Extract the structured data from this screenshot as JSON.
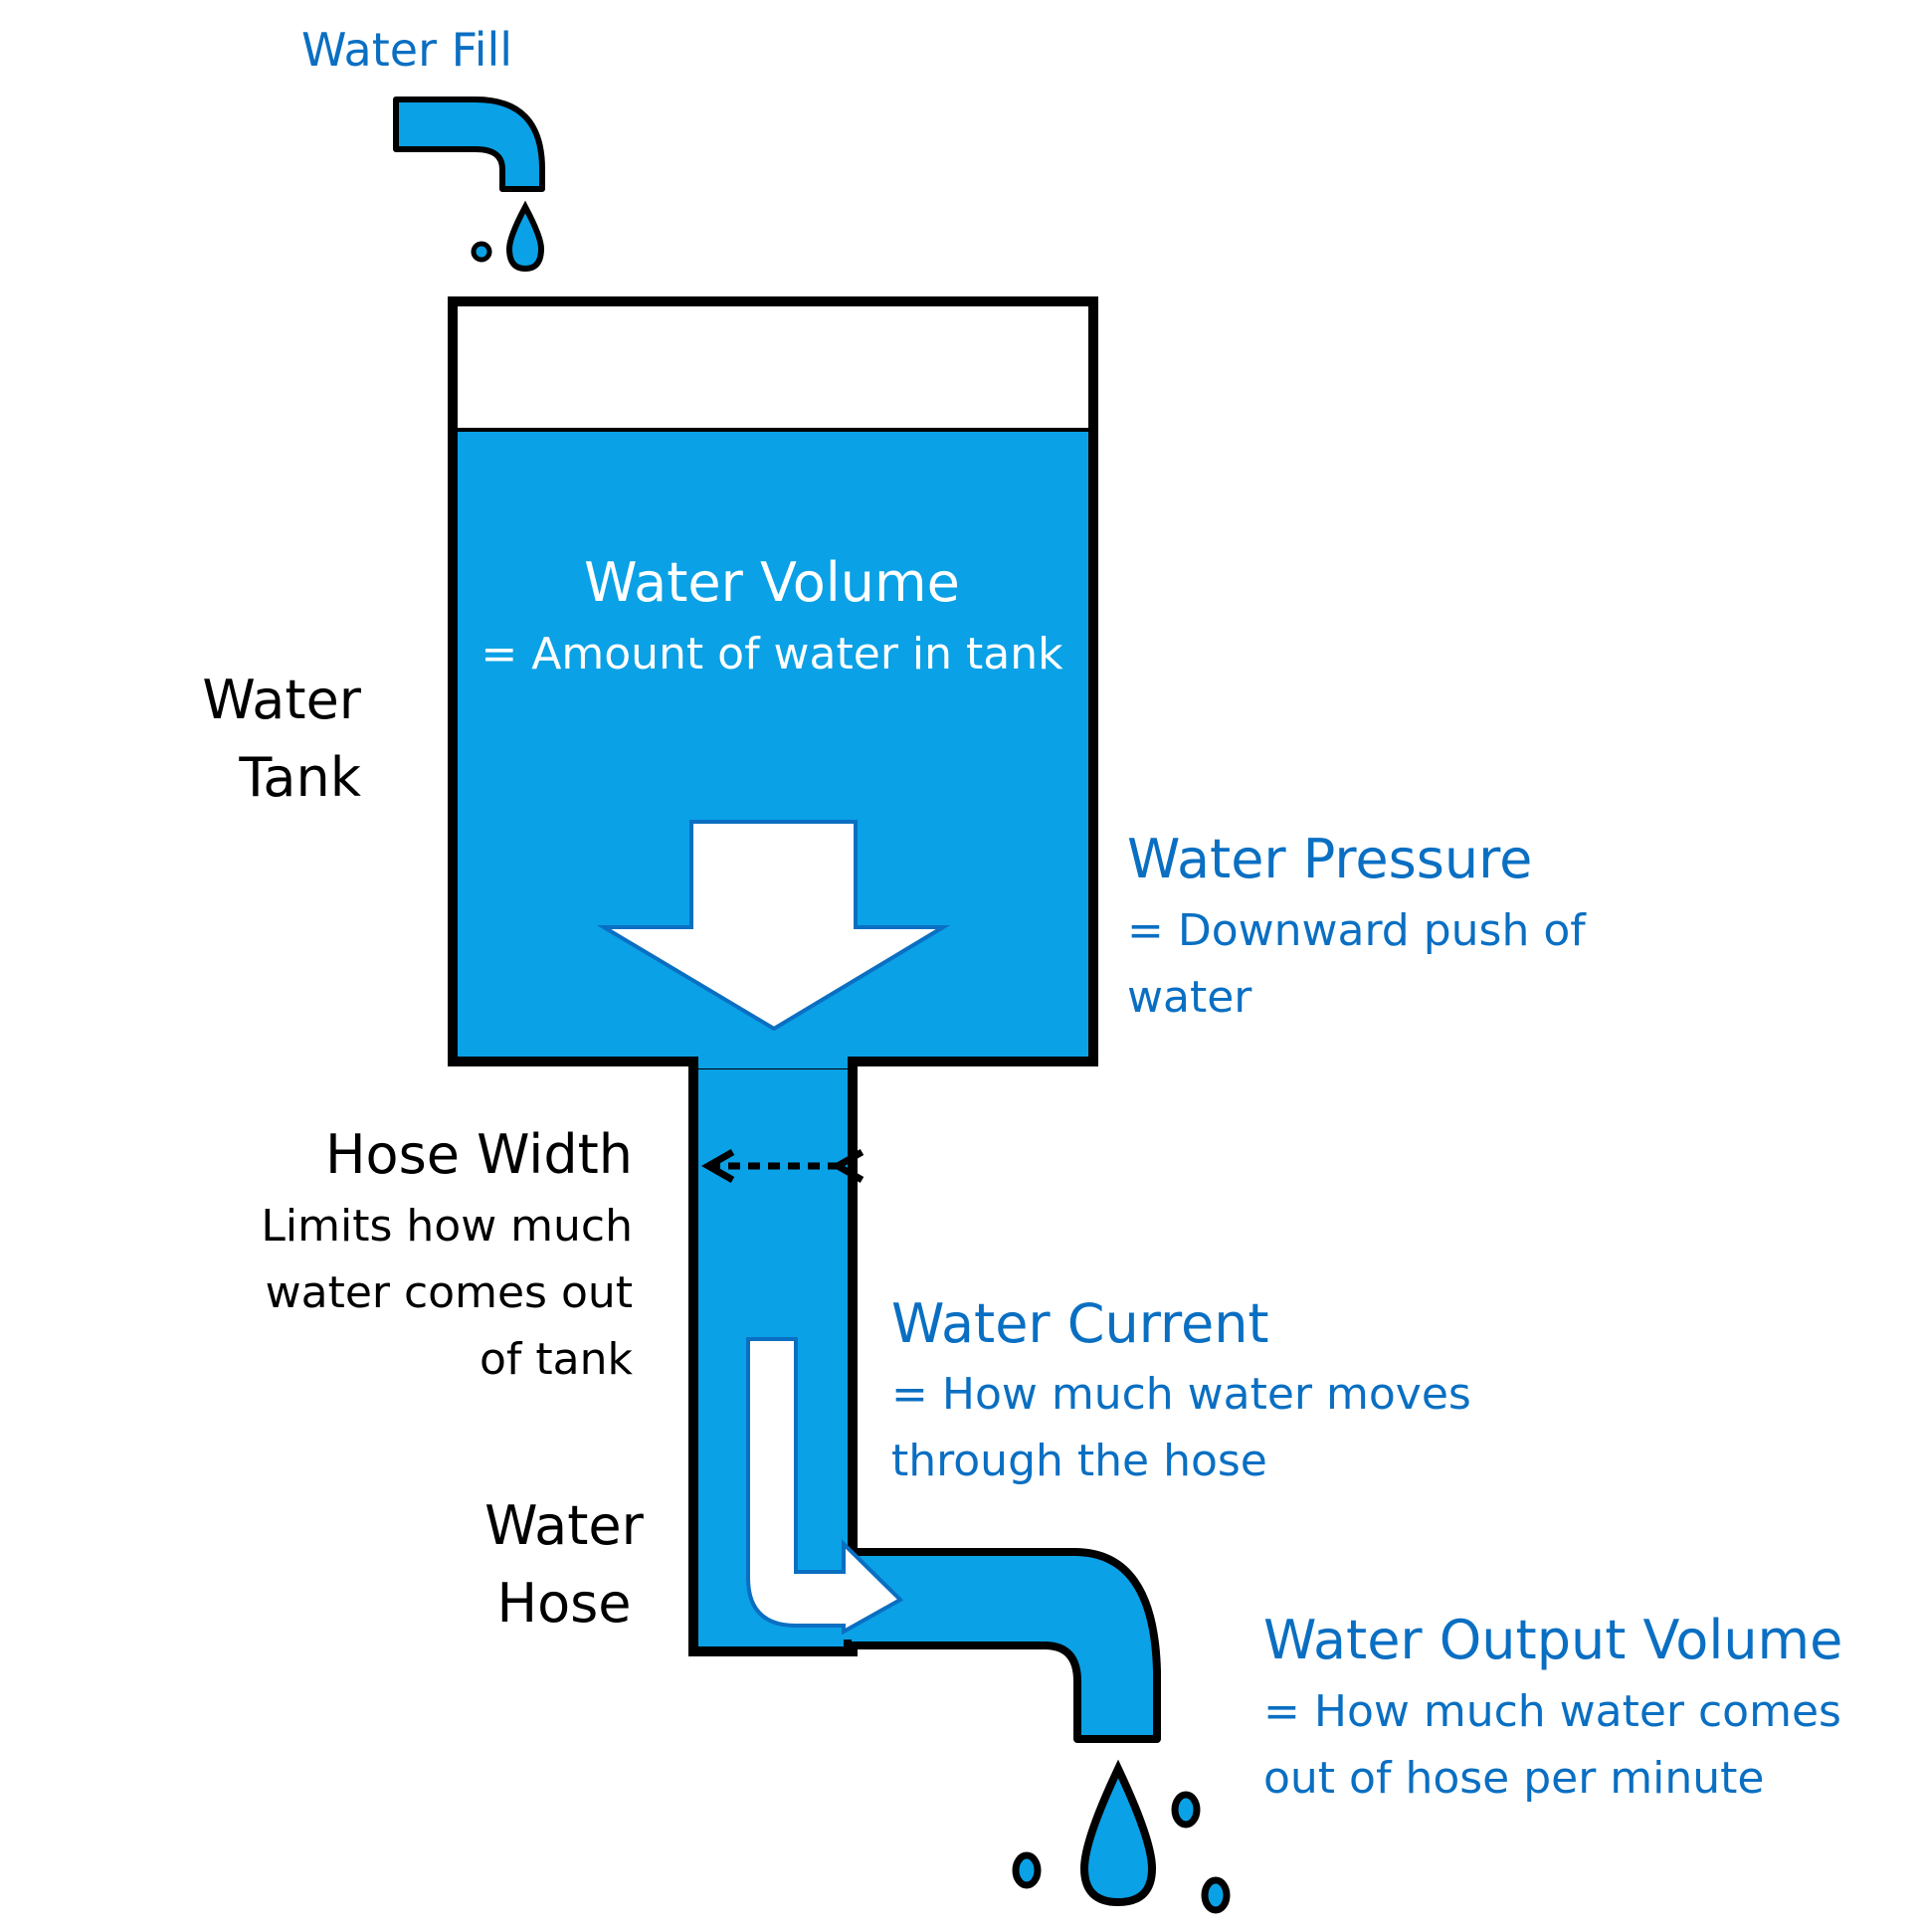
{
  "labels": {
    "water_fill": "Water Fill",
    "water_tank_line1": "Water",
    "water_tank_line2": "Tank",
    "water_volume_title": "Water Volume",
    "water_volume_desc": "= Amount of water in tank",
    "water_pressure_title": "Water Pressure",
    "water_pressure_desc_line1": "= Downward push of",
    "water_pressure_desc_line2": "water",
    "hose_width_title": "Hose Width",
    "hose_width_desc_line1": "Limits how much",
    "hose_width_desc_line2": "water comes out",
    "hose_width_desc_line3": "of tank",
    "water_current_title": "Water Current",
    "water_current_desc_line1": "= How much water moves",
    "water_current_desc_line2": "through the hose",
    "water_hose_line1": "Water",
    "water_hose_line2": "Hose",
    "water_output_title": "Water Output Volume",
    "water_output_desc_line1": "= How much water comes",
    "water_output_desc_line2": "out of hose per minute"
  },
  "colors": {
    "water": "#0AA1E6",
    "label_blue": "#0A6FC2",
    "outline": "#000000",
    "arrow": "#ffffff"
  },
  "icons": {
    "fill_pipe": "faucet-pipe-icon",
    "droplet": "water-droplet-icon",
    "pressure_arrow": "down-arrow-icon",
    "width_arrow": "double-headed-dotted-arrow-icon",
    "current_arrow": "bent-arrow-icon"
  }
}
